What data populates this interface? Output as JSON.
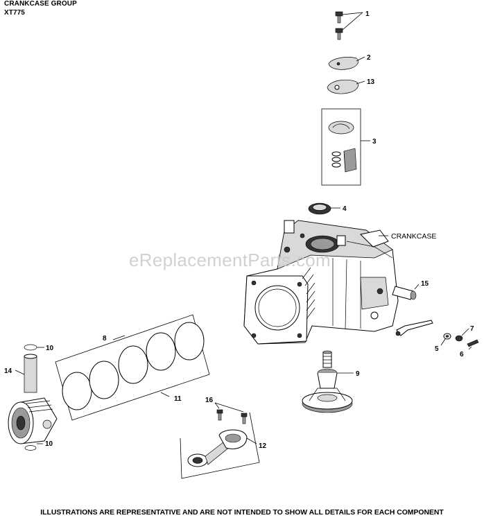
{
  "header": {
    "title": "CRANKCASE GROUP",
    "model": "XT775"
  },
  "watermark": "eReplacementParts.com",
  "footer": "ILLUSTRATIONS ARE REPRESENTATIVE AND ARE NOT INTENDED TO SHOW ALL DETAILS FOR EACH COMPONENT",
  "callouts": {
    "c1": "1",
    "c2": "2",
    "c13": "13",
    "c3": "3",
    "c4": "4",
    "crankcase": "CRANKCASE",
    "c15": "15",
    "c7": "7",
    "c5": "5",
    "c6": "6",
    "c9": "9",
    "c8": "8",
    "c10a": "10",
    "c14": "14",
    "c11": "11",
    "c16": "16",
    "c12": "12",
    "c10b": "10"
  }
}
